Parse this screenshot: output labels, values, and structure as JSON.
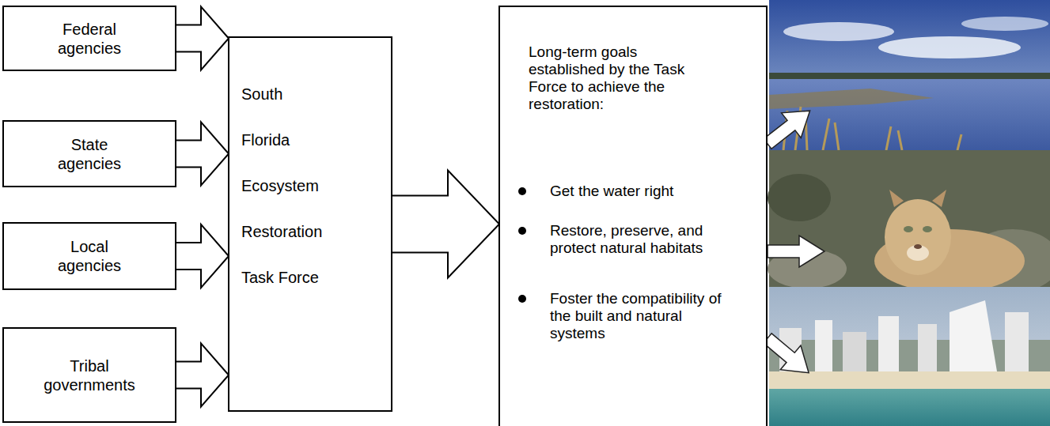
{
  "diagram": {
    "nodes": [
      {
        "text": [
          "Federal agencies"
        ]
      },
      {
        "text": [
          "State agencies"
        ]
      },
      {
        "text": [
          "Local agencies"
        ]
      },
      {
        "text": [
          "Tribal governments"
        ]
      },
      {
        "text": [
          "South Florida Ecosystem Restoration Task Force"
        ]
      },
      {
        "text": [
          "Long-term goals established by the Task Force to achieve the restoration:",
          "Get the water right",
          "Restore, preserve, and protect natural habitats",
          "Foster the compatibility of the built and natural systems"
        ]
      }
    ],
    "edges": [
      {
        "from": 0,
        "to": 4,
        "arrow": "to"
      },
      {
        "from": 1,
        "to": 4,
        "arrow": "to"
      },
      {
        "from": 2,
        "to": 4,
        "arrow": "to"
      },
      {
        "from": 3,
        "to": 4,
        "arrow": "to"
      },
      {
        "from": 4,
        "to": 5,
        "arrow": "to"
      }
    ]
  }
}
